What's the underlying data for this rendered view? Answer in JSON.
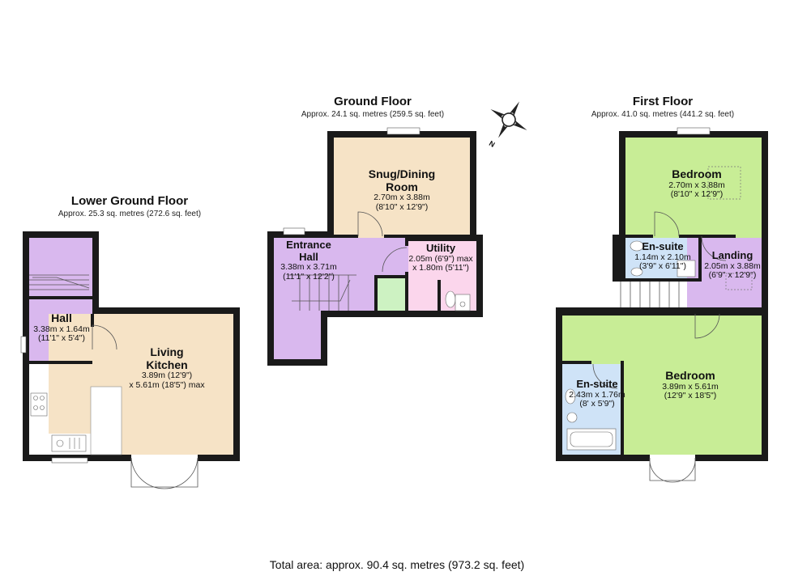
{
  "colors": {
    "wall": "#1a1a1a",
    "purple": "#d9b8ee",
    "peach": "#f6e3c6",
    "green": "#c8ed96",
    "pink": "#fbd6ec",
    "light_blue": "#cfe3f7",
    "light_green": "#cdf2c2"
  },
  "compass": {
    "letter": "N",
    "icon": "compass-rose-icon"
  },
  "floors": [
    {
      "title": "Lower Ground Floor",
      "area": "Approx. 25.3 sq. metres (272.6 sq. feet)",
      "rooms": [
        {
          "name": "Hall",
          "dims": [
            "3.38m x 1.64m",
            "(11'1\" x 5'4\")"
          ]
        },
        {
          "name": "Living Kitchen",
          "name_lines": [
            "Living",
            "Kitchen"
          ],
          "dims": [
            "3.89m (12'9\")",
            "x 5.61m (18'5\") max"
          ]
        }
      ]
    },
    {
      "title": "Ground Floor",
      "area": "Approx. 24.1 sq. metres (259.5 sq. feet)",
      "rooms": [
        {
          "name": "Snug/Dining Room",
          "name_lines": [
            "Snug/Dining",
            "Room"
          ],
          "dims": [
            "2.70m x 3.88m",
            "(8'10\" x 12'9\")"
          ]
        },
        {
          "name": "Entrance Hall",
          "name_lines": [
            "Entrance",
            "Hall"
          ],
          "dims": [
            "3.38m x 3.71m",
            "(11'1\" x 12'2\")"
          ]
        },
        {
          "name": "Utility",
          "dims": [
            "2.05m (6'9\") max",
            "x 1.80m (5'11\")"
          ]
        }
      ]
    },
    {
      "title": "First Floor",
      "area": "Approx. 41.0 sq. metres (441.2 sq. feet)",
      "rooms": [
        {
          "name": "Bedroom",
          "dims": [
            "2.70m x 3.88m",
            "(8'10\" x 12'9\")"
          ]
        },
        {
          "name": "En-suite",
          "dims": [
            "1.14m x 2.10m",
            "(3'9\" x 6'11\")"
          ]
        },
        {
          "name": "Landing",
          "dims": [
            "2.05m x 3.88m",
            "(6'9\" x 12'9\")"
          ]
        },
        {
          "name": "Bedroom",
          "dims": [
            "3.89m x 5.61m",
            "(12'9\" x 18'5\")"
          ]
        },
        {
          "name": "En-suite",
          "dims": [
            "2.43m x 1.76m",
            "(8' x 5'9\")"
          ]
        }
      ]
    }
  ],
  "total_area": "Total area: approx. 90.4 sq. metres (973.2 sq. feet)"
}
